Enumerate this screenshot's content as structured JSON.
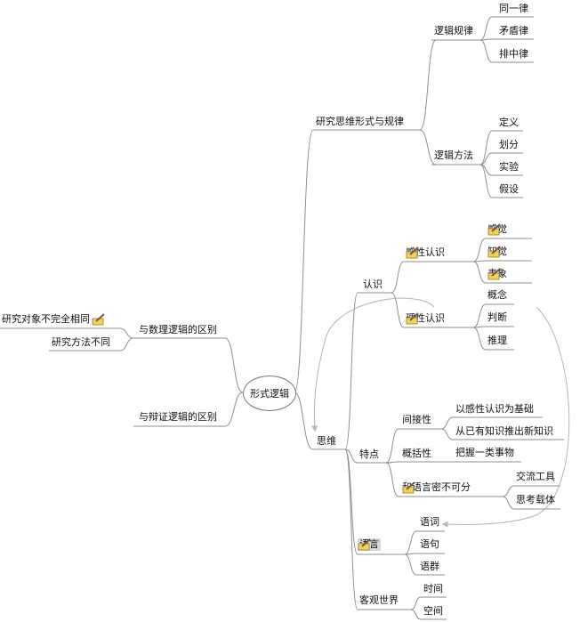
{
  "root": "形式逻辑",
  "nodes": {
    "yanjiu": "研究思维形式与规律",
    "luoji_guilv": "逻辑规律",
    "tongyi": "同一律",
    "maodun": "矛盾律",
    "paizhong": "排中律",
    "luoji_fangfa": "逻辑方法",
    "dingyi": "定义",
    "huafen": "划分",
    "shiyan": "实验",
    "jiashe": "假设",
    "shuli": "与数理逻辑的区别",
    "shuli_a": "研究对象不完全相同",
    "shuli_b": "研究方法不同",
    "bianzheng": "与辩证逻辑的区别",
    "siwei": "思维",
    "renshi": "认识",
    "ganxing": "感性认识",
    "ganjue": "感觉",
    "zhijue": "知觉",
    "biaoxiang": "表象",
    "lixing": "理性认识",
    "gainian": "概念",
    "panduan": "判断",
    "tuili": "推理",
    "tedian": "特点",
    "jianjie": "间接性",
    "jianjie_a": "以感性认识为基础",
    "jianjie_b": "从已有知识推出新知识",
    "gaikuo": "概括性",
    "gaikuo_a": "把握一类事物",
    "yuyan_mi": "和语言密不可分",
    "jiaoliu": "交流工具",
    "sikao": "思考载体",
    "yuyan": "语言",
    "yuci": "语词",
    "yuju": "语句",
    "yuqun": "语群",
    "keguan": "客观世界",
    "shijian": "时间",
    "kongjian": "空间"
  },
  "icons": {
    "note": "pencil-note-icon"
  },
  "colors": {
    "line": "#8f8f8f",
    "arrow": "#b5b5b5",
    "icon_pad": "#f2d35b",
    "icon_pencil": "#7a5a2a",
    "selected": "#d8d8d8"
  }
}
